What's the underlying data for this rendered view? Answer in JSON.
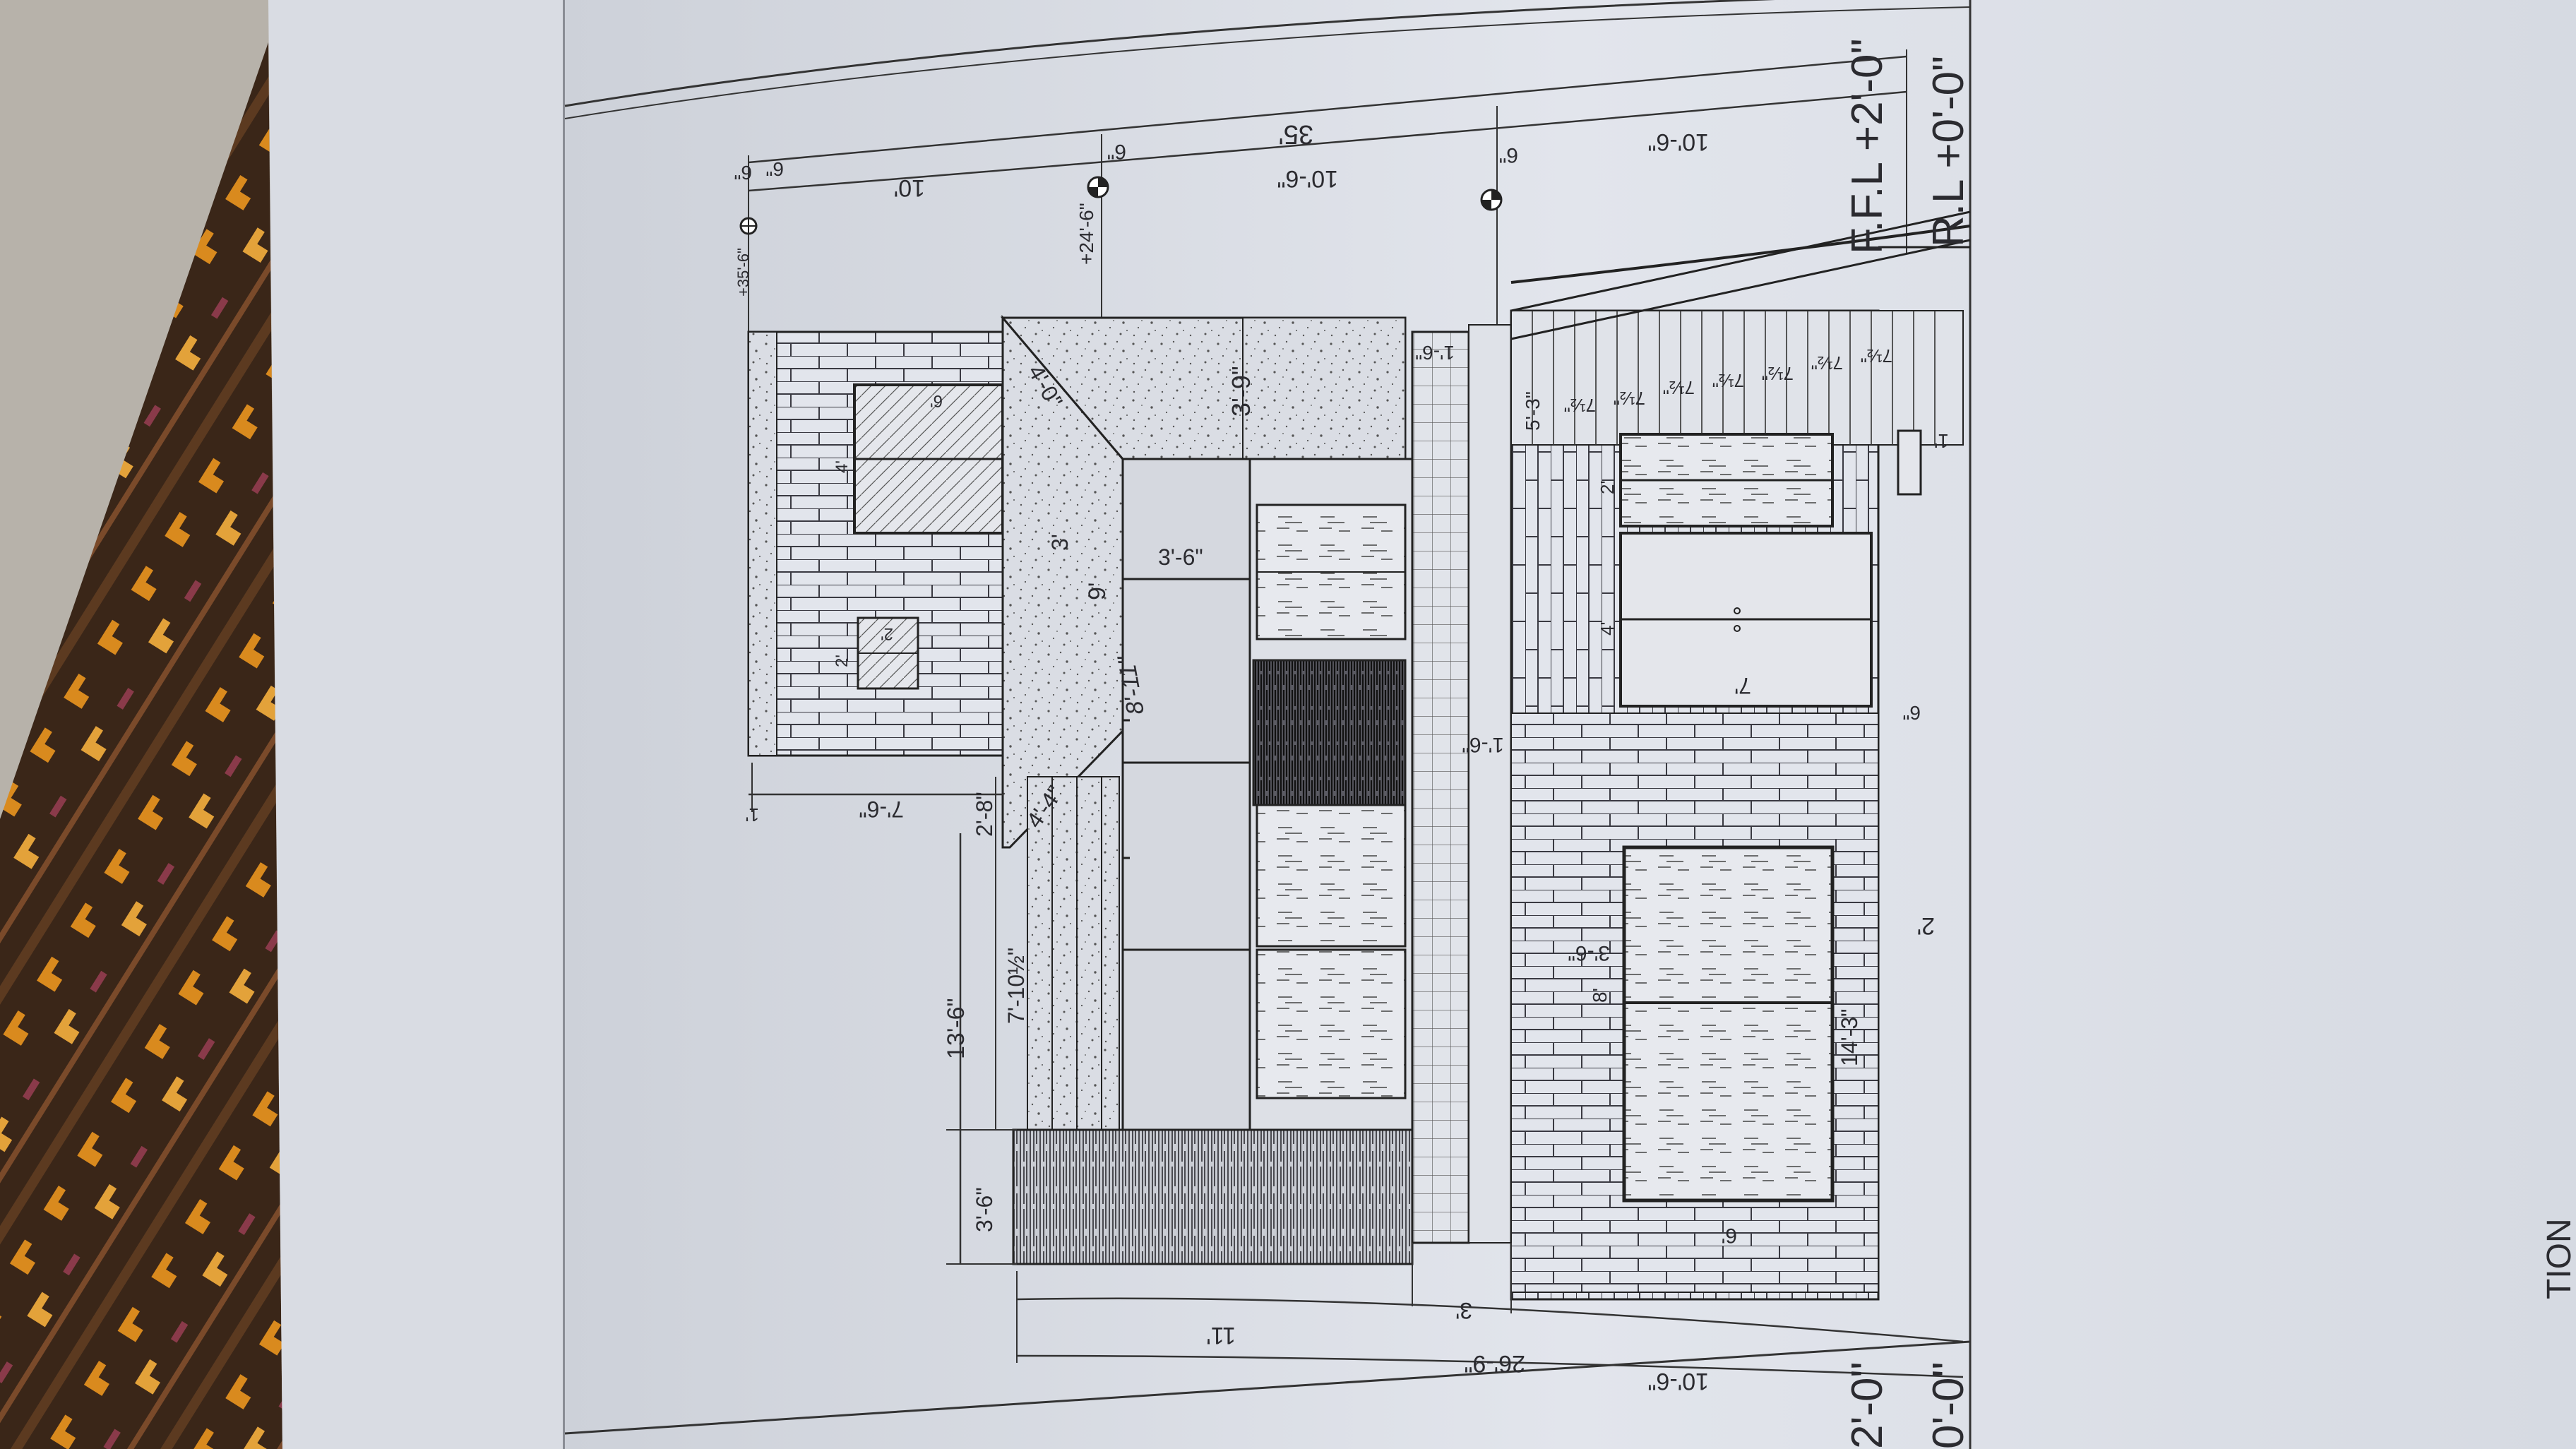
{
  "drawing": {
    "levels": {
      "ffl_label": "F.F.L +2'-0\"",
      "rl_label": "R.L +0'-0\"",
      "left_marker_value": "+35'-6\"",
      "mid_marker_value": "+24'-6\"",
      "edge_ffl_partial": "2'-0\"",
      "edge_rl_partial": "0'-0\""
    },
    "dimensions": {
      "overall_top": "35'",
      "seg_a": "10'",
      "seg_b": "10'-6\"",
      "seg_c": "10'-6\"",
      "gap_6_a": "6\"",
      "gap_6_b": "6\"",
      "gap_6_c": "6\"",
      "gap_6_d": "6\"",
      "overall_bottom": "26'-9\"",
      "bottom_seg_11": "11'",
      "bottom_seg_3": "3'",
      "bottom_seg_10_6": "10'-6\"",
      "bottom_right_2": "2'",
      "left_13_6": "13'-6\"",
      "left_7_10": "7'-10½\"",
      "left_3_6": "3'-6\"",
      "left_2_8": "2'-8\"",
      "left_7_6": "7'-6\"",
      "left_1": "1'",
      "slope_4_0": "4'-0\"",
      "slope_4_4": "4'-4\"",
      "slope_3": "3'",
      "slope_9": "9'",
      "band_3_9": "3'-9\"",
      "window_3_6": "3'-6\"",
      "hand_8_11": "8'-11\"",
      "bar_1_6_top": "1'-6\"",
      "bar_1_6_mid": "1'-6\"",
      "right_5_3": "5'-3\"",
      "right_1": "1'",
      "right_2": "2'",
      "right_4": "4'",
      "right_7": "7'",
      "right_6": "6\"",
      "right_3_6": "3'-6\"",
      "right_8": "8'",
      "right_14_3": "14'-3\"",
      "right_6_bottom": "6'",
      "small_window_2a": "2'",
      "small_window_2b": "2'",
      "small_window_4": "4'",
      "small_window_6": "6'",
      "stair_riser": "7½\""
    },
    "corner_text": "TION"
  },
  "colors": {
    "paper": "#dfe3ea",
    "line": "#2a2a30",
    "fabric_base": "#3a2618",
    "fabric_pattern": "#d98a1e"
  }
}
